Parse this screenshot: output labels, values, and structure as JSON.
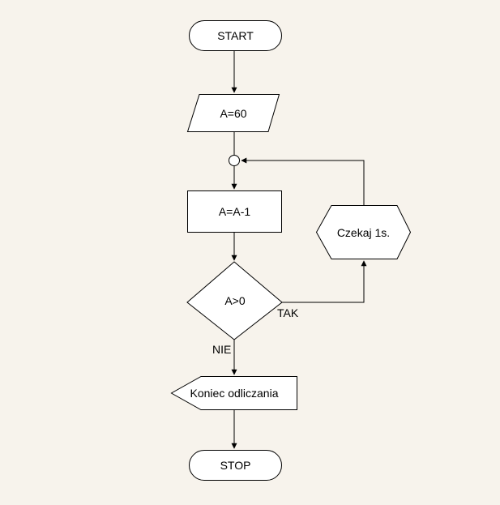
{
  "colors": {
    "background": "#f7f3ec",
    "shape_fill": "#ffffff",
    "stroke": "#000000",
    "text": "#000000"
  },
  "flowchart": {
    "nodes": {
      "start": {
        "type": "terminator",
        "label": "START"
      },
      "input": {
        "type": "io-parallelogram",
        "label": "A=60"
      },
      "junction": {
        "type": "connector-circle",
        "label": ""
      },
      "process": {
        "type": "process-rectangle",
        "label": "A=A-1"
      },
      "decision": {
        "type": "decision-diamond",
        "label": "A>0"
      },
      "delay": {
        "type": "preparation-hexagon",
        "label": "Czekaj 1s."
      },
      "output": {
        "type": "display-flag",
        "label": "Koniec odliczania"
      },
      "stop": {
        "type": "terminator",
        "label": "STOP"
      }
    },
    "edges": {
      "yes_label": "TAK",
      "no_label": "NIE"
    }
  }
}
